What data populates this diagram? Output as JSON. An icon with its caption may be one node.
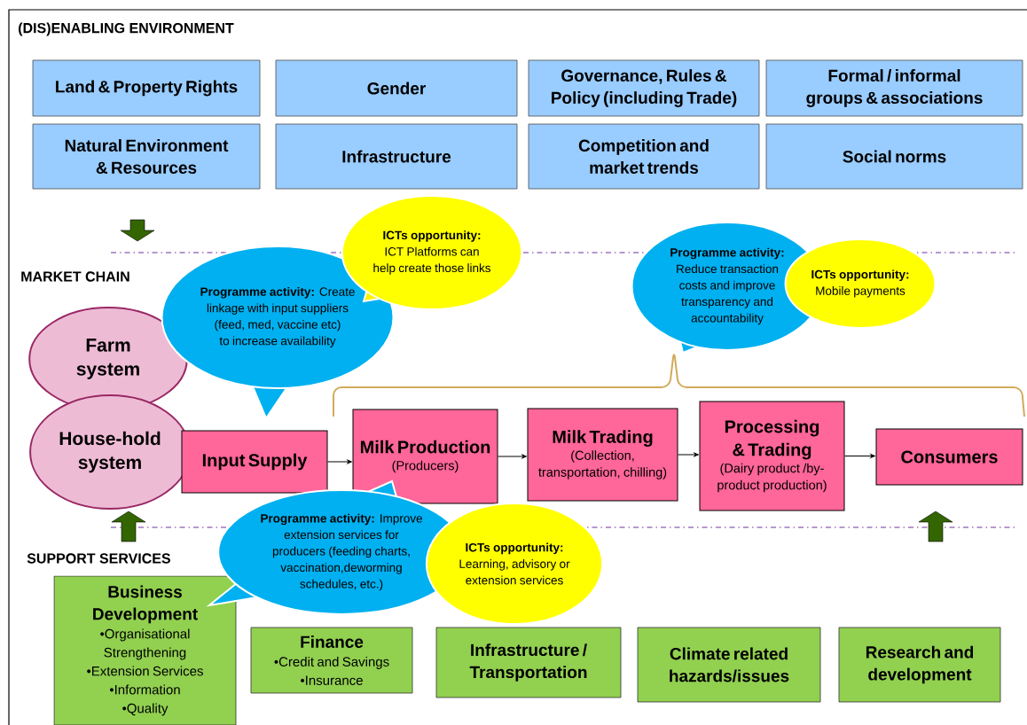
{
  "diagram": {
    "nodes": [
      {
        "text": [
          "Land & Property Rights"
        ]
      },
      {
        "text": [
          "Gender"
        ]
      },
      {
        "text": [
          "Governance, Rules & Policy (including Trade)"
        ]
      },
      {
        "text": [
          "Formal / informal groups & associations"
        ]
      },
      {
        "text": [
          "Natural Environment & Resources"
        ]
      },
      {
        "text": [
          "Infrastructure"
        ]
      },
      {
        "text": [
          "Competition and market trends"
        ]
      },
      {
        "text": [
          "Social norms"
        ]
      },
      {
        "text": [
          "Farm system"
        ]
      },
      {
        "text": [
          "House-hold system"
        ]
      },
      {
        "text": [
          "Input Supply"
        ]
      },
      {
        "text": [
          "Milk Production",
          "(Producers)"
        ]
      },
      {
        "text": [
          "Milk Trading",
          "(Collection, transportation, chilling)"
        ]
      },
      {
        "text": [
          "Processing & Trading",
          "(Dairy product /by-product production)"
        ]
      },
      {
        "text": [
          "Consumers"
        ]
      },
      {
        "text": [
          "**Programme activity:** Create linkage with input suppliers (feed, med, vaccine etc) to increase availability"
        ]
      },
      {
        "text": [
          "**ICTs opportunity:** ICT Platforms can help create those links"
        ]
      },
      {
        "text": [
          "**Programme activity:** Reduce transaction costs and improve transparency and accountability"
        ]
      },
      {
        "text": [
          "**ICTs opportunity:** Mobile payments"
        ]
      },
      {
        "text": [
          "**Programme activity:** Improve extension services for producers (feeding charts, vaccination,deworming schedules, etc.)"
        ]
      },
      {
        "text": [
          "**ICTs opportunity:** Learning, advisory or extension services"
        ]
      },
      {
        "text": [
          "Business Development",
          "•Organisational Strengthening",
          "•Extension Services",
          "•Information",
          "•Quality"
        ]
      },
      {
        "text": [
          "Finance",
          "•Credit and Savings",
          "•Insurance"
        ]
      },
      {
        "text": [
          "Infrastructure / Transportation"
        ]
      },
      {
        "text": [
          "Climate related hazards/issues"
        ]
      },
      {
        "text": [
          "Research and development"
        ]
      }
    ],
    "edges": [
      {
        "from": 10,
        "to": 11,
        "arrow": "to"
      },
      {
        "from": 11,
        "to": 12,
        "arrow": "to"
      },
      {
        "from": 12,
        "to": 13,
        "arrow": "to"
      },
      {
        "from": 13,
        "to": 14,
        "arrow": "to"
      }
    ],
    "labels": [
      "(DIS)ENABLING ENVIRONMENT",
      "MARKET CHAIN",
      "SUPPORT SERVICES"
    ]
  }
}
